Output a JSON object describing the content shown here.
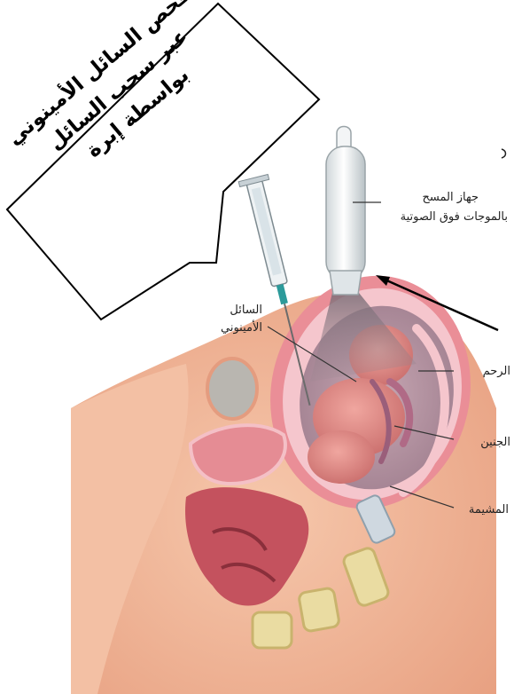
{
  "callout": {
    "line1": "فحص السائل الأمينوني",
    "line2": "عبر سحب السائل",
    "line3": "بواسطة إبرة"
  },
  "labels": {
    "ultrasound_line1": "جهاز المسح",
    "ultrasound_line2": "بالموجات فوق الصوتية",
    "amniotic_line1": "السائل",
    "amniotic_line2": "الأمينوني",
    "uterus": "الرحم",
    "fetus": "الجنين",
    "placenta": "المشيمة"
  },
  "colors": {
    "skin": "#f1b596",
    "uterus_wall": "#e98a94",
    "uterus_inner": "#f6c9cf",
    "fluid": "#b89aa6",
    "fetus": "#d97f7c",
    "probe": "#e9eef0",
    "bowel": "#c7545f",
    "bone": "#eadca2"
  }
}
